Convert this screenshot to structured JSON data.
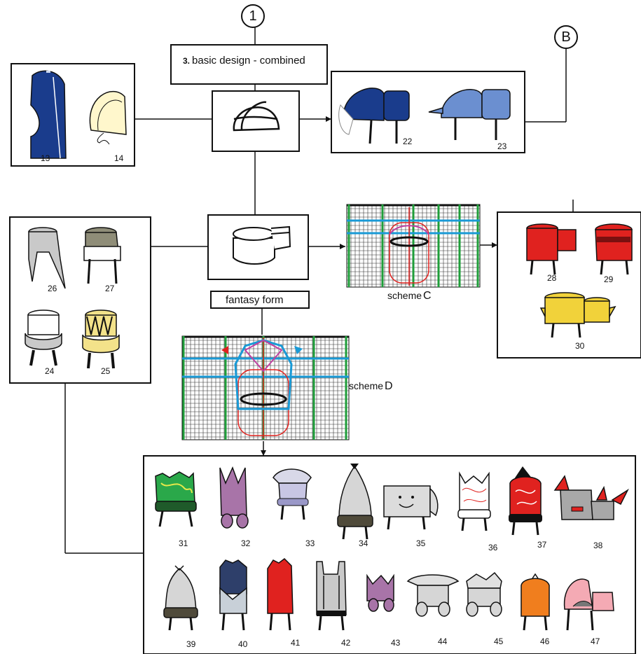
{
  "markers": {
    "top": "1",
    "right": "B"
  },
  "title": {
    "number": "3.",
    "text": "basic design - combined"
  },
  "labels": {
    "fantasy_form": "fantasy form",
    "scheme_c_word": "scheme",
    "scheme_c_letter": "C",
    "scheme_d_word": "scheme",
    "scheme_d_letter": "D"
  },
  "items": {
    "n13": "13",
    "n14": "14",
    "n22": "22",
    "n23": "23",
    "n24": "24",
    "n25": "25",
    "n26": "26",
    "n27": "27",
    "n28": "28",
    "n29": "29",
    "n30": "30",
    "row1": [
      "31",
      "32",
      "33",
      "34",
      "35",
      "36",
      "37",
      "38"
    ],
    "row2": [
      "39",
      "40",
      "41",
      "42",
      "43",
      "44",
      "45",
      "46",
      "47"
    ]
  },
  "colors": {
    "dark_blue": "#1a3c8c",
    "mid_blue": "#6b8fd0",
    "red": "#e0221f",
    "yellow": "#f1d23a",
    "grey": "#c9c9c9",
    "green": "#1f9e3a",
    "cyan": "#1a9ad6",
    "magenta": "#c040a0"
  }
}
